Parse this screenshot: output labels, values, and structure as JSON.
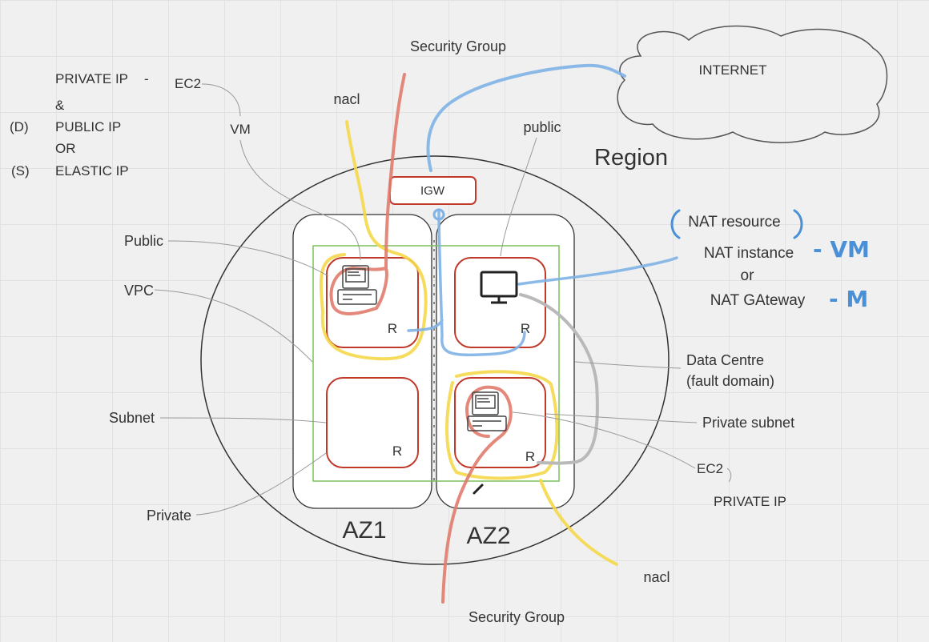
{
  "left_notes": {
    "private_ip": "PRIVATE IP",
    "ec2": "EC2",
    "amp": "&",
    "d": "(D)",
    "public_ip": "PUBLIC IP",
    "or": "OR",
    "s": "(S)",
    "elastic_ip": "ELASTIC IP",
    "vm": "VM"
  },
  "labels": {
    "security_group_top": "Security Group",
    "security_group_bottom": "Security Group",
    "nacl_top": "nacl",
    "nacl_bottom": "nacl",
    "internet": "INTERNET",
    "public_top": "public",
    "region": "Region",
    "igw": "IGW",
    "public_left": "Public",
    "vpc": "VPC",
    "subnet": "Subnet",
    "private_left": "Private",
    "az1": "AZ1",
    "az2": "AZ2",
    "data_centre_1": "Data Centre",
    "data_centre_2": "(fault domain)",
    "private_subnet": "Private subnet",
    "ec2_right": "EC2",
    "private_ip_right": "PRIVATE IP",
    "route_r1": "R",
    "route_r2": "R",
    "route_r3": "R",
    "route_r4": "R"
  },
  "nat": {
    "resource": "NAT resource",
    "instance": "NAT instance",
    "or": "or",
    "gateway": "NAT GAteway",
    "vm_note": "- VM",
    "m_note": "- M"
  },
  "colors": {
    "security_group_line": "#e07b6b",
    "nacl_line": "#f5d84a",
    "internet_line": "#7fb2e6",
    "subnet_border": "#c0392b",
    "vpc_border": "#7cc05a",
    "region_border": "#333333",
    "handwriting": "#4a90d9"
  }
}
